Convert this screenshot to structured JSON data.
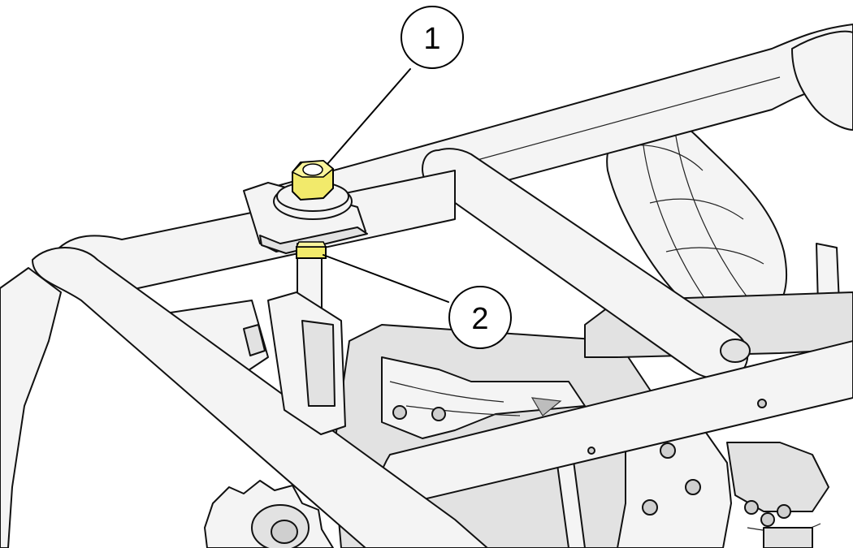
{
  "callouts": [
    {
      "label": "1",
      "part": "upper-nut"
    },
    {
      "label": "2",
      "part": "lower-nut"
    }
  ],
  "colors": {
    "highlight": "#f2ea6b",
    "highlight_dark": "#c9c23a",
    "line": "#000000",
    "frame_fill": "#f4f4f4"
  }
}
